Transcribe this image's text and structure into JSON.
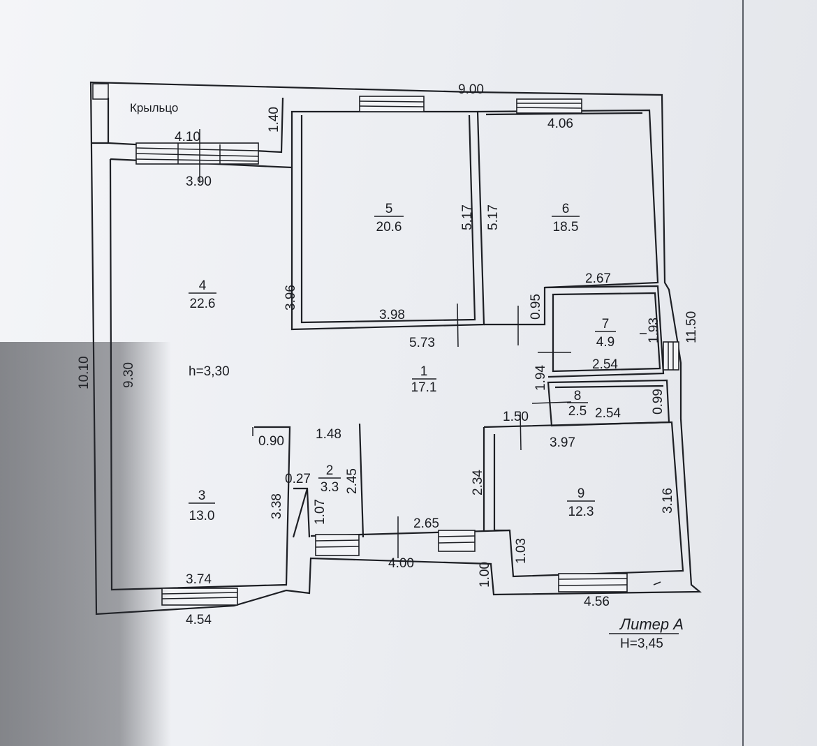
{
  "plan": {
    "label_porch": "Крыльцо",
    "height_note": "h=3,30",
    "liter_title": "Литер А",
    "liter_height": "H=3,45"
  },
  "rooms": [
    {
      "number": "1",
      "area": "17.1"
    },
    {
      "number": "2",
      "area": "3.3"
    },
    {
      "number": "3",
      "area": "13.0"
    },
    {
      "number": "4",
      "area": "22.6"
    },
    {
      "number": "5",
      "area": "20.6"
    },
    {
      "number": "6",
      "area": "18.5"
    },
    {
      "number": "7",
      "area": "4.9"
    },
    {
      "number": "8",
      "area": "2.5"
    },
    {
      "number": "9",
      "area": "12.3"
    }
  ],
  "dims": {
    "top_total": "9.00",
    "porch_width": "4.10",
    "porch_depth": "1.40",
    "room4_top": "3.90",
    "room6_top": "4.06",
    "room5_right": "5.17",
    "room6_left": "5.17",
    "room7_top": "2.67",
    "room5_left_side": "3.96",
    "room5_bottom": "3.98",
    "door_095": "0.95",
    "room7_side": "1.93",
    "right_total": "11.50",
    "hall_width": "5.73",
    "corr_194": "1.94",
    "room7_bottom": "2.54",
    "room8_width": "2.54",
    "room8_side": "0.99",
    "left_total": "10.10",
    "room4_side": "9.30",
    "door_150": "1.50",
    "room9_top": "3.97",
    "wall_090": "0.90",
    "wall_148": "1.48",
    "room2_side": "2.45",
    "door_027": "0.27",
    "room3_side": "3.38",
    "room2_lower": "1.07",
    "hall_side": "2.34",
    "room9_side": "3.16",
    "hall_bottom": "2.65",
    "room9_lower": "1.03",
    "bottom_mid": "4.00",
    "step_100": "1.00",
    "room3_bottom": "3.74",
    "bottom_left": "4.54",
    "bottom_right": "4.56"
  },
  "colors": {
    "ink": "#1d1f24",
    "paper": "#eef0f3"
  }
}
